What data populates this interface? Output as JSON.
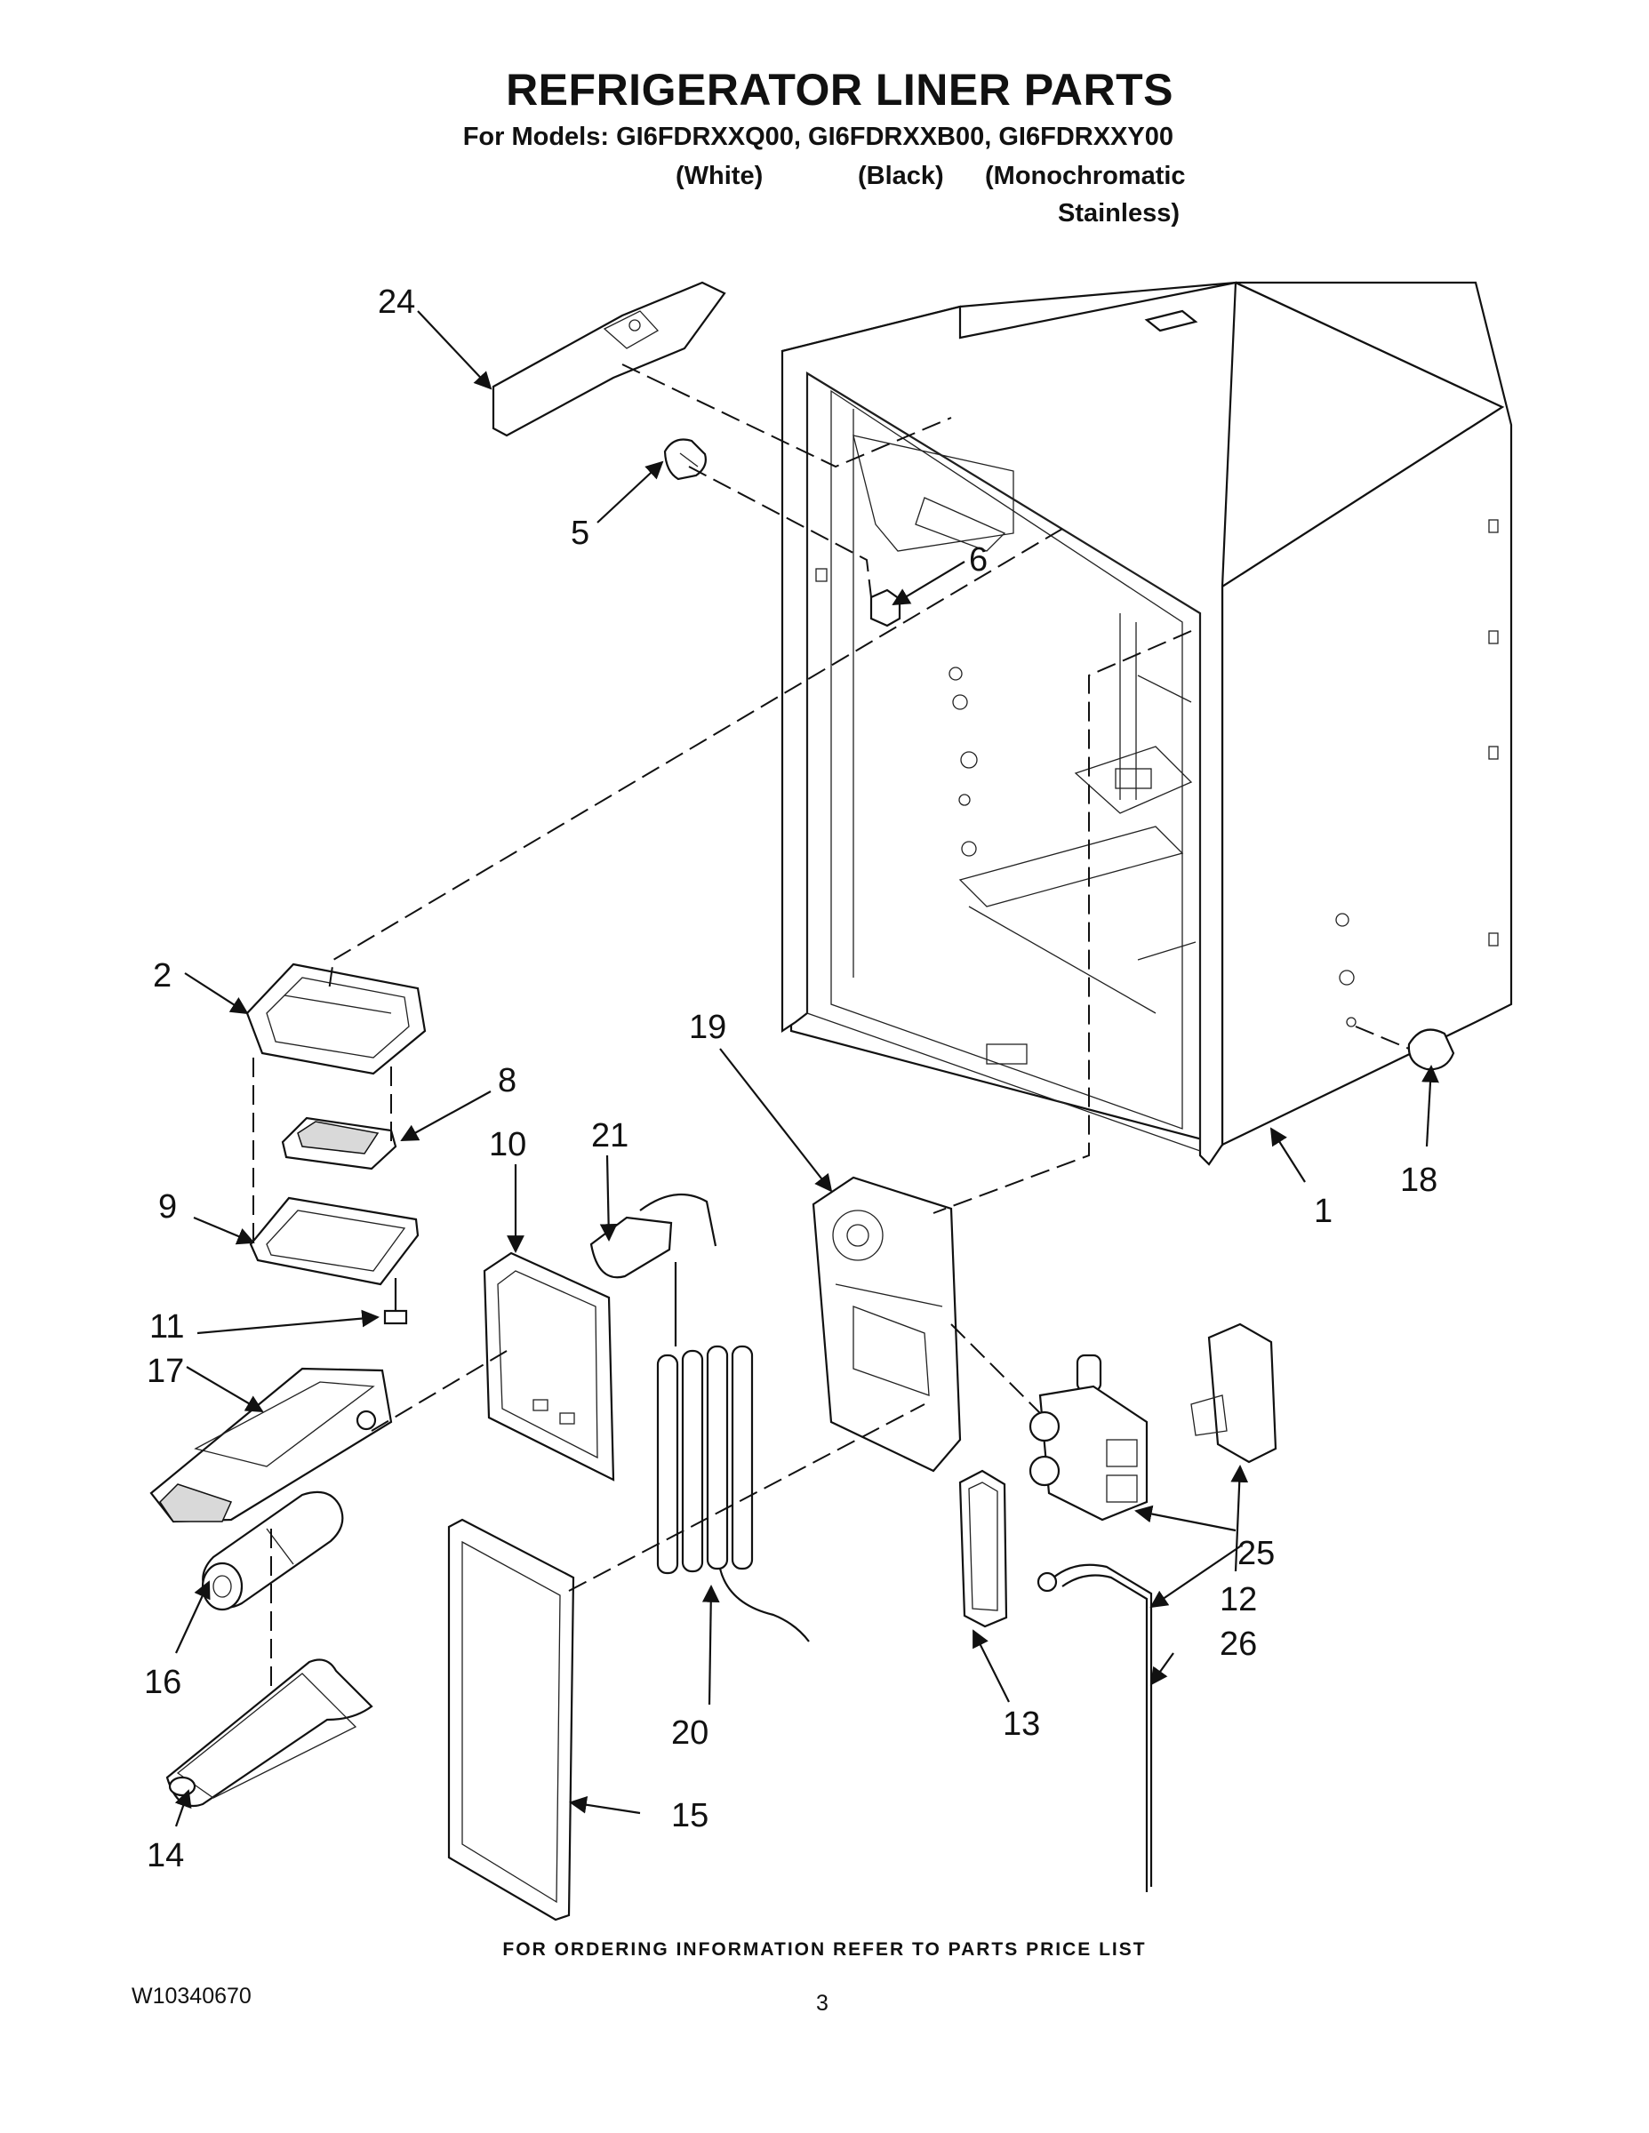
{
  "header": {
    "title": "REFRIGERATOR LINER PARTS",
    "models_line": "For Models: GI6FDRXXQ00, GI6FDRXXB00, GI6FDRXXY00",
    "variant_white": "(White)",
    "variant_black": "(Black)",
    "variant_mono_1": "(Monochromatic",
    "variant_mono_2": "Stainless)"
  },
  "callouts": [
    "1",
    "2",
    "5",
    "6",
    "8",
    "9",
    "10",
    "11",
    "12",
    "13",
    "14",
    "15",
    "16",
    "17",
    "18",
    "19",
    "20",
    "21",
    "24",
    "25",
    "26"
  ],
  "footer": {
    "ordering_note": "FOR ORDERING INFORMATION REFER TO PARTS PRICE LIST",
    "doc_number": "W10340670",
    "page_number": "3"
  }
}
